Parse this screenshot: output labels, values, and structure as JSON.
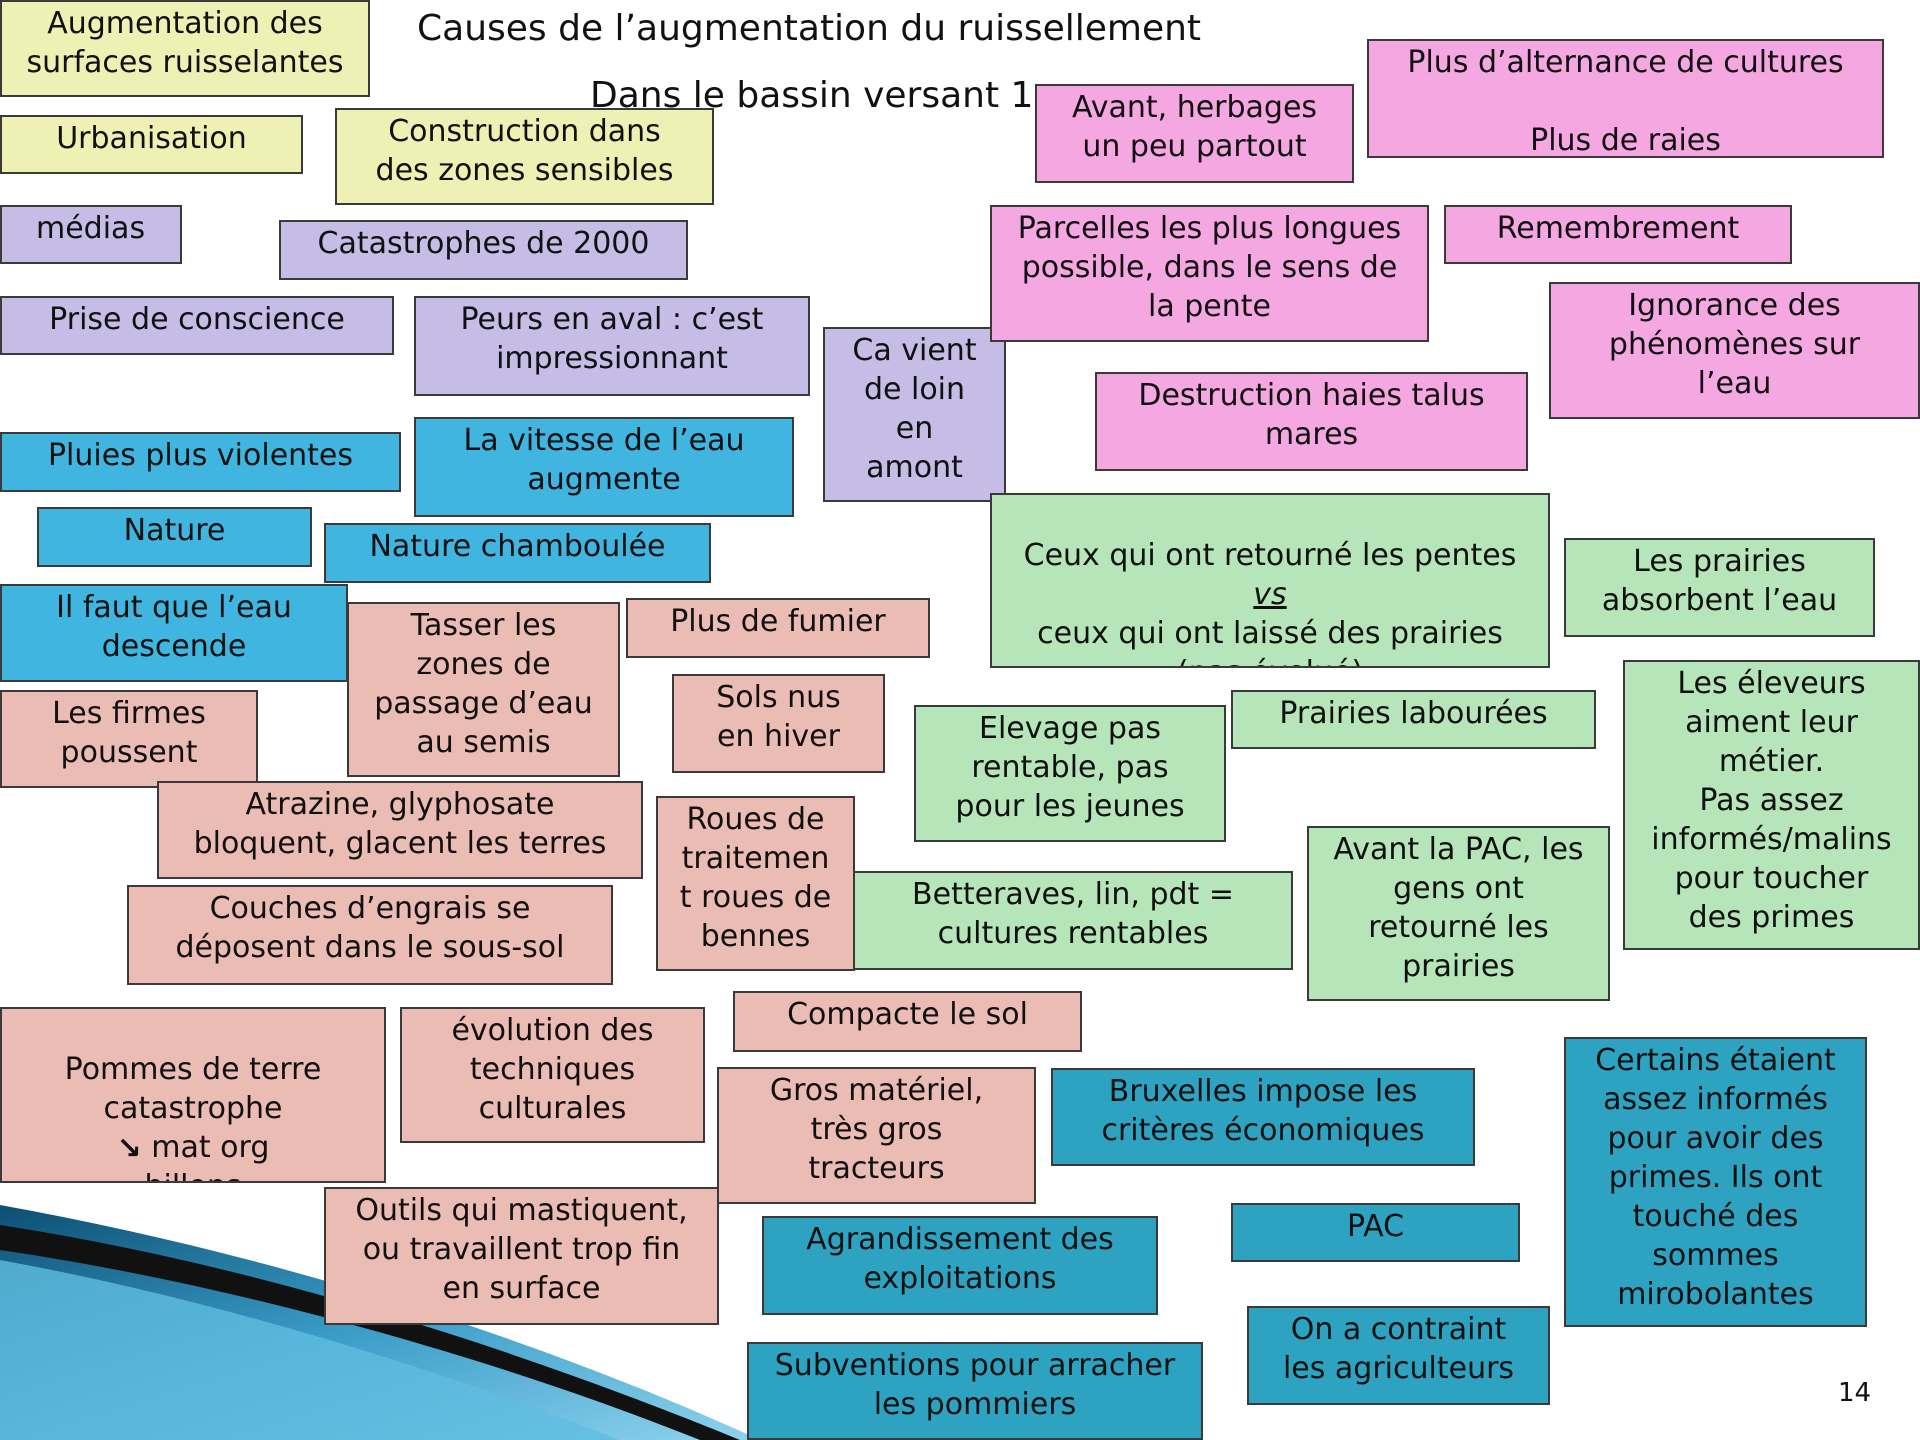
{
  "title": "Causes de l’augmentation du ruissellement",
  "subtitle": "Dans le bassin versant 1",
  "page_number": "14",
  "colors": {
    "yellow": "#eef0b4",
    "purple": "#c5bde6",
    "cyan": "#3fb5e0",
    "salmon": "#ebbcb4",
    "green": "#b6e5b9",
    "pink": "#f5a7e2",
    "teal": "#2da3c1"
  },
  "cards": {
    "augmentation_surfaces": "Augmentation des\nsurfaces ruisselantes",
    "urbanisation": "Urbanisation",
    "construction_zones": "Construction dans\ndes zones sensibles",
    "medias": "médias",
    "catastrophes_2000": "Catastrophes de 2000",
    "prise_conscience": "Prise de conscience",
    "peurs_aval": "Peurs en aval : c’est\nimpressionnant",
    "ca_vient_loin": "Ca vient\nde loin\nen\namont",
    "pluies_violentes": "Pluies plus violentes",
    "vitesse_eau": "La vitesse de l’eau\naugmente",
    "nature": "Nature",
    "nature_chamboulee": "Nature chamboulée",
    "eau_descende": "Il faut que l’eau\ndescende",
    "tasser_zones": "Tasser les\nzones de\npassage d’eau\nau semis",
    "plus_fumier": "Plus de fumier",
    "sols_nus": "Sols nus\nen hiver",
    "firmes_poussent": "Les firmes\npoussent",
    "atrazine": "Atrazine, glyphosate\nbloquent, glacent les terres",
    "roues_traitement": "Roues de\ntraitemen\nt roues de\nbennes",
    "couches_engrais": "Couches d’engrais se\ndéposent dans le sous-sol",
    "pommes_terre_1": "Pommes de terre\ncatastrophe",
    "pommes_terre_arrow": "→",
    "pommes_terre_2": " mat org\nbillons",
    "evolution_techniques": "évolution des\ntechniques\nculturales",
    "compacte_sol": "Compacte le sol",
    "gros_materiel": "Gros matériel,\ntrès gros\ntracteurs",
    "outils_mastiquent": "Outils qui mastiquent,\nou travaillent trop fin\nen surface",
    "avant_herbages": "Avant, herbages\nun peu partout",
    "alternance_cultures": "Plus d’alternance de cultures\n\nPlus de raies",
    "parcelles_longues": "Parcelles les plus longues\npossible, dans le sens de\nla pente",
    "remembrement": "Remembrement",
    "ignorance": "Ignorance des\nphénomènes sur\nl’eau",
    "destruction_haies": "Destruction haies talus\nmares",
    "retourne_line1": "Ceux qui ont retourné les pentes",
    "retourne_vs": "vs",
    "retourne_line2": "ceux qui ont laissé des prairies\n(pas évolué)",
    "prairies_absorbent": "Les prairies\nabsorbent l’eau",
    "eleveurs": "Les éleveurs\naiment leur\nmétier.\nPas assez\ninformés/malins\npour toucher\ndes primes",
    "elevage_pas_rentable": "Elevage pas\nrentable, pas\npour les jeunes",
    "prairies_labourees": "Prairies labourées",
    "avant_pac": "Avant la PAC, les\ngens ont\nretourné les\nprairies",
    "betteraves": "Betteraves, lin, pdt =\ncultures rentables",
    "bruxelles": "Bruxelles impose les\ncritères économiques",
    "certains_informes": "Certains étaient\nassez informés\npour avoir des\nprimes. Ils ont\ntouché des\nsommes\nmirobolantes",
    "pac": "PAC",
    "agrandissement": "Agrandissement des\nexploitations",
    "contraint_agriculteurs": "On a contraint\nles agriculteurs",
    "subventions_pommiers": "Subventions pour arracher\nles pommiers"
  }
}
